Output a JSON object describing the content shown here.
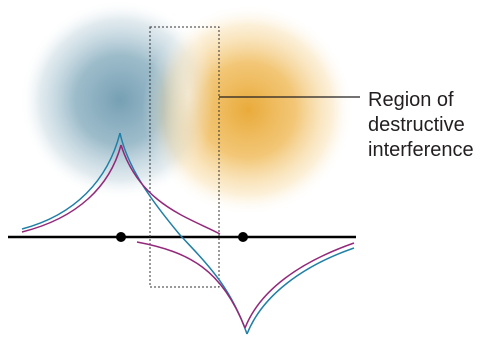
{
  "annotation": {
    "lines": [
      "Region of",
      "destructive",
      "interference"
    ]
  },
  "colors": {
    "blue_source": "#6f9bb0",
    "orange_source": "#e8a630",
    "wave_teal": "#1f7fa6",
    "wave_magenta": "#93287a",
    "axis": "#000000",
    "region_box": "#333333"
  },
  "icons": {
    "left_point": "filled-circle",
    "right_point": "filled-circle"
  }
}
